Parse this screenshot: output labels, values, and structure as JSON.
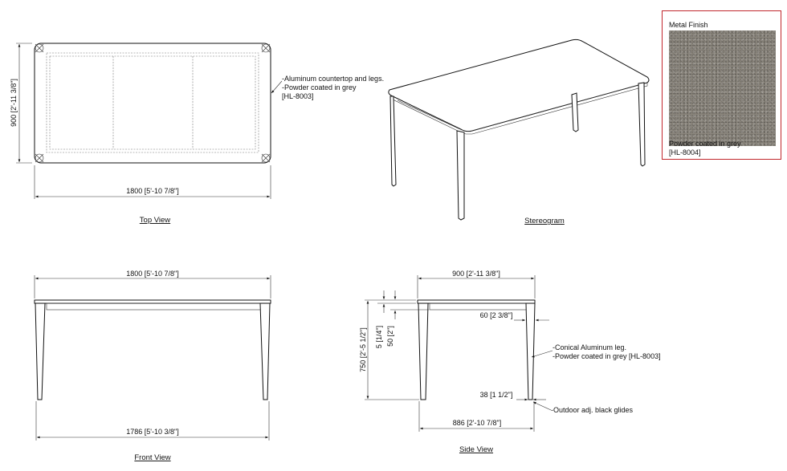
{
  "top_view": {
    "title": "Top View",
    "width_dim": "1800 [5'-10 7/8\"]",
    "depth_dim": "900 [2'-11 3/8\"]",
    "notes": [
      "-Aluminum countertop and legs.",
      "-Powder coated in grey",
      "[HL-8003]"
    ]
  },
  "stereogram": {
    "title": "Stereogram"
  },
  "metal_finish": {
    "heading": "Metal Finish",
    "caption_1": "Powder coated in grey",
    "caption_2": "[HL-8004]",
    "swatch_color": "#8a857c"
  },
  "front_view": {
    "title": "Front View",
    "top_dim": "1800 [5'-10 7/8\"]",
    "bottom_dim": "1786 [5'-10 3/8\"]"
  },
  "side_view": {
    "title": "Side View",
    "top_dim": "900 [2'-11 3/8\"]",
    "height_dim": "750 [2'-5 1/2\"]",
    "top_thickness_dim": "5 [1/4\"]",
    "apron_dim": "50 [2\"]",
    "leg_top_dim": "60 [2 3/8\"]",
    "leg_bottom_dim": "38 [1 1/2\"]",
    "bottom_dim": "886 [2'-10 7/8\"]",
    "leg_notes": [
      "-Conical Aluminum leg.",
      "-Powder coated in grey [HL-8003]"
    ],
    "glide_note": "-Outdoor adj. black glides"
  }
}
